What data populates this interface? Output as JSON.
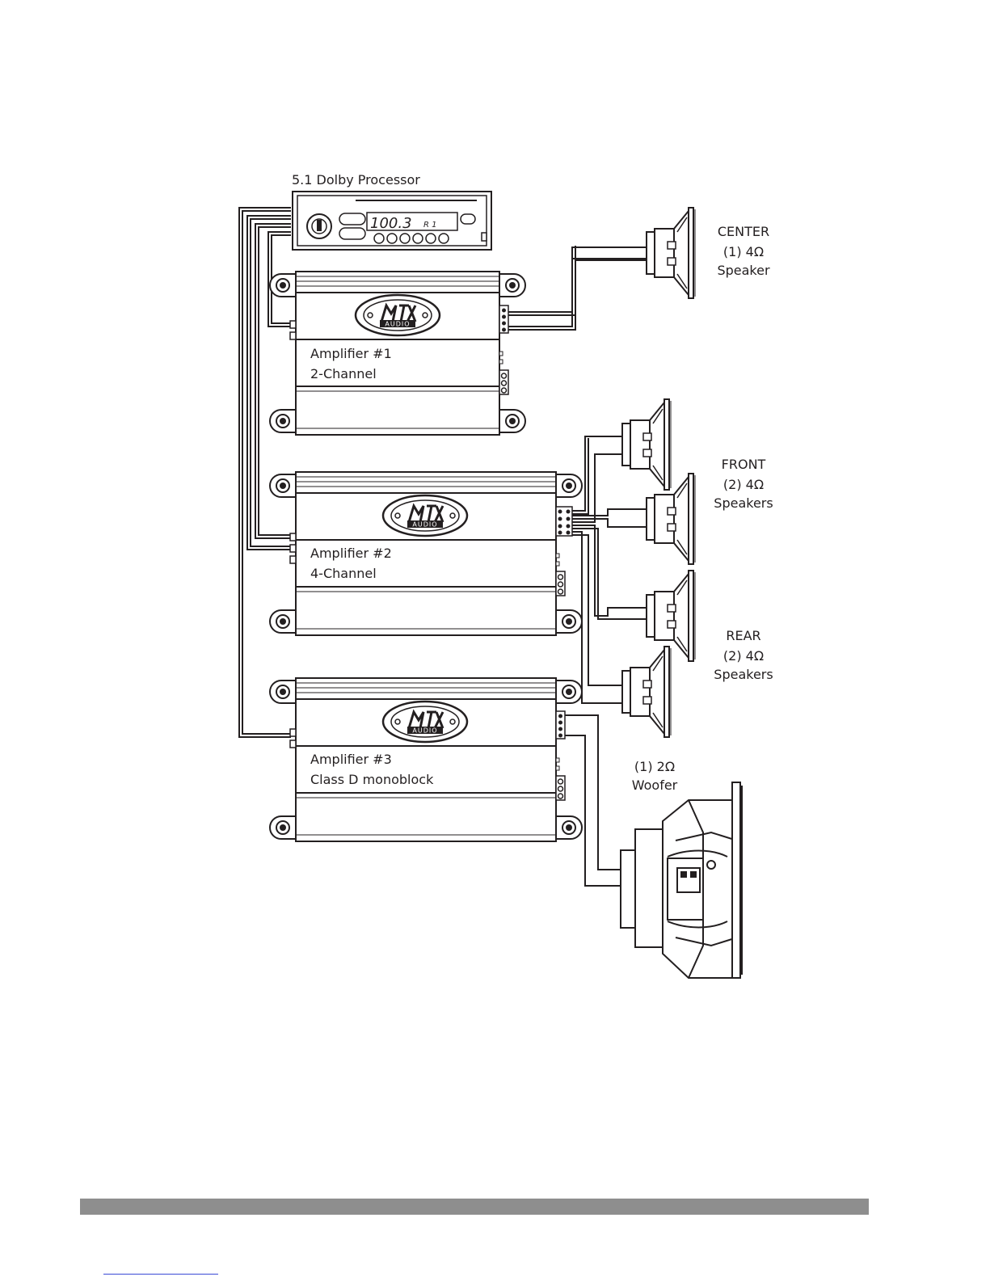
{
  "processor": {
    "title": "5.1 Dolby Processor",
    "display_freq": "100.3",
    "display_band": "R 1"
  },
  "amplifiers": [
    {
      "name": "Amplifier #1",
      "type": "2-Channel",
      "logo": "MTX AUDIO"
    },
    {
      "name": "Amplifier #2",
      "type": "4-Channel",
      "logo": "MTX AUDIO"
    },
    {
      "name": "Amplifier #3",
      "type": "Class D monoblock",
      "logo": "MTX AUDIO"
    }
  ],
  "speakers": {
    "center": {
      "name": "CENTER",
      "spec": "(1) 4Ω",
      "kind": "Speaker"
    },
    "front": {
      "name": "FRONT",
      "spec": "(2) 4Ω",
      "kind": "Speakers"
    },
    "rear": {
      "name": "REAR",
      "spec": "(2) 4Ω",
      "kind": "Speakers"
    },
    "woofer": {
      "spec": "(1) 2Ω",
      "kind": "Woofer"
    }
  },
  "colors": {
    "ink": "#231f20",
    "footer_bar": "#8e8e8e",
    "link": "#3b4bd6"
  }
}
